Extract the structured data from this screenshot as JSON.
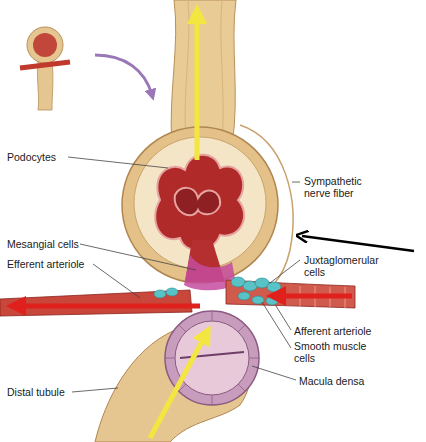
{
  "diagram": {
    "labels": [
      "Podocytes",
      "Sympathetic nerve fiber",
      "Mesangial cells",
      "Juxtaglomerular cells",
      "Efferent arteriole",
      "Afferent arteriole",
      "Smooth muscle cells",
      "Macula densa",
      "Distal tubule"
    ]
  }
}
